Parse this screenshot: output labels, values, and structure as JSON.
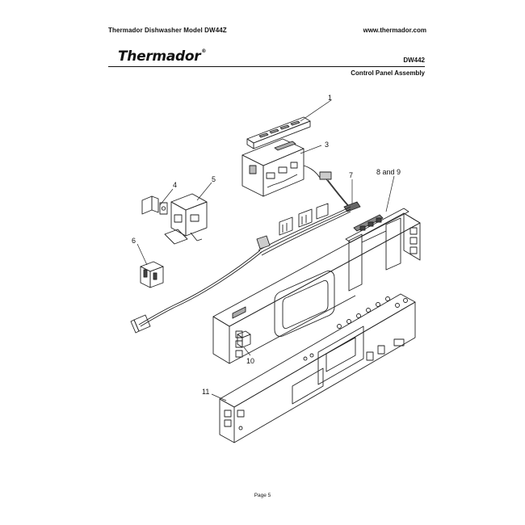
{
  "header": {
    "doc_title": "Thermador Dishwasher Model DW44Z",
    "website": "www.thermador.com"
  },
  "brand": {
    "logo_text": "Thermador",
    "registered_mark": "®"
  },
  "model_number": "DW442",
  "section_title": "Control Panel Assembly",
  "callouts": {
    "c1": "1",
    "c3": "3",
    "c4": "4",
    "c5": "5",
    "c6": "6",
    "c7": "7",
    "c8_9": "8 and 9",
    "c10": "10",
    "c11": "11"
  },
  "footer": {
    "page_label": "Page 5"
  }
}
